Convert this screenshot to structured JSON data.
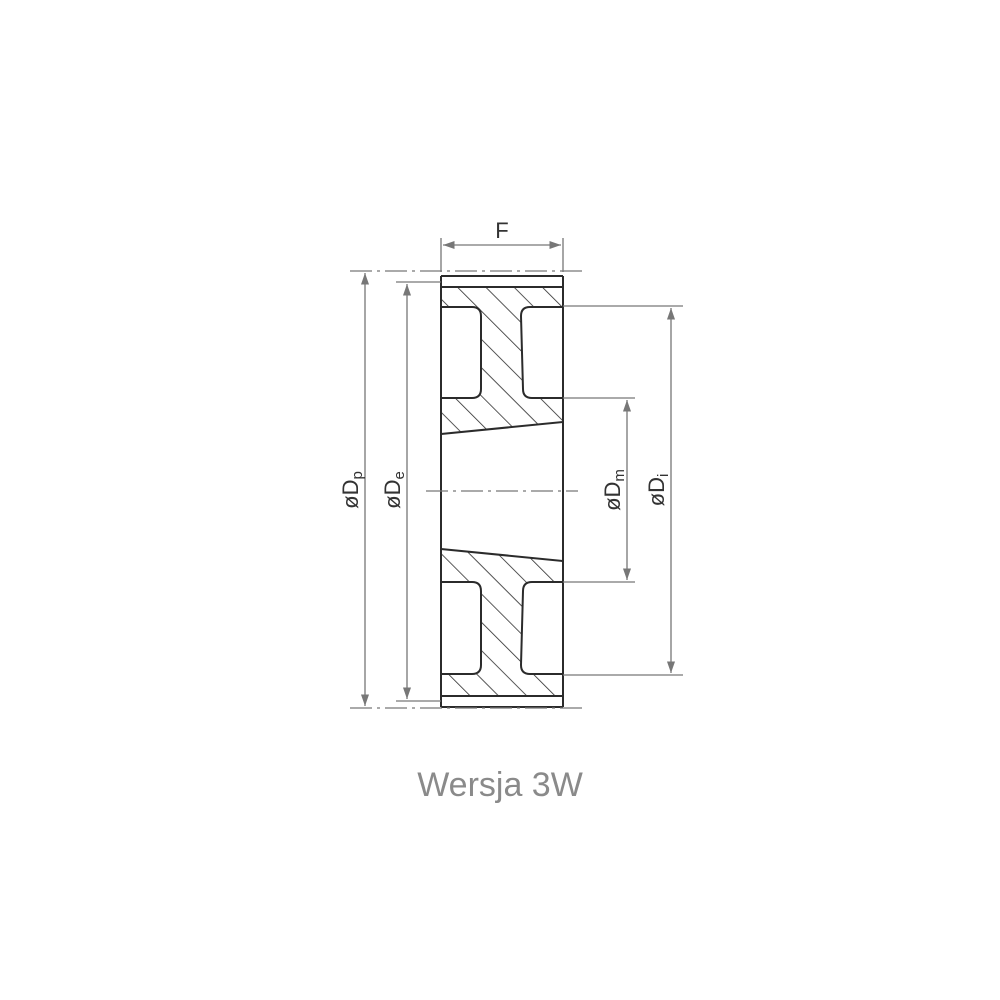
{
  "diagram": {
    "labels": {
      "face_width": "F",
      "pitch_diameter": {
        "prefix": "øD",
        "sub": "p"
      },
      "outside_diameter": {
        "prefix": "øD",
        "sub": "e"
      },
      "hub_diameter": {
        "prefix": "øD",
        "sub": "m"
      },
      "inner_diameter": {
        "prefix": "øD",
        "sub": "i"
      }
    },
    "colors": {
      "outline": "#2b2b2b",
      "dimension": "#777777",
      "hatch": "#2b2b2b"
    }
  },
  "caption": "Wersja 3W"
}
